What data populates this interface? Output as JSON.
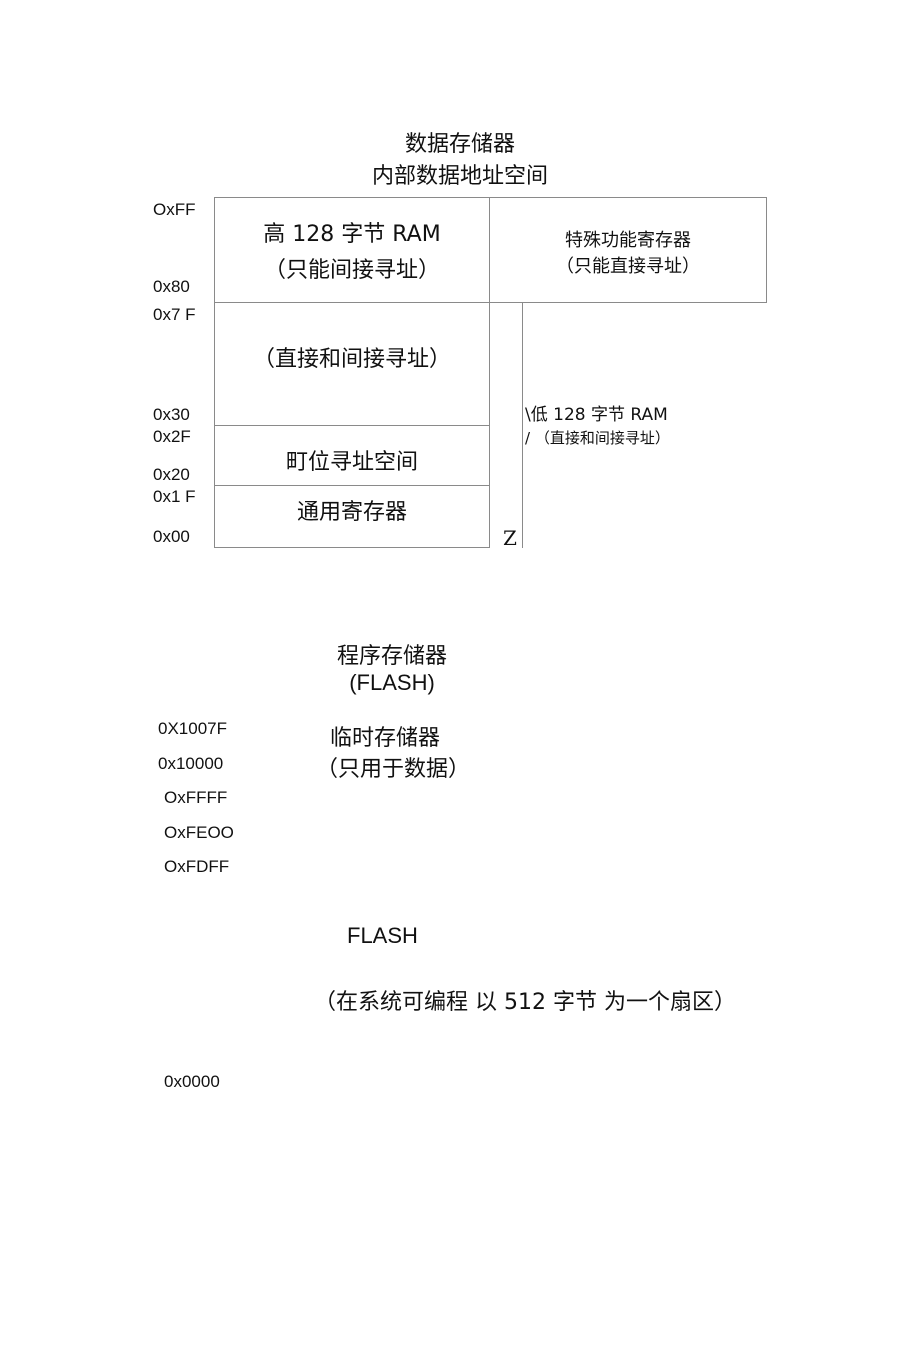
{
  "data_memory": {
    "title_line1": "数据存储器",
    "title_line2": "内部数据地址空间",
    "addresses": {
      "a0": "OxFF",
      "a1": "0x80",
      "a2": "0x7 F",
      "a3": "0x30",
      "a4": "0x2F",
      "a5": "0x20",
      "a6": "0x1 F",
      "a7": "0x00"
    },
    "upper_ram": {
      "line1": "高 128 字节 RAM",
      "line2": "（只能间接寻址）"
    },
    "sfr": {
      "line1": "特殊功能寄存器",
      "line2": "（只能直接寻址）"
    },
    "direct_indirect": "（直接和间接寻址）",
    "bit_addressable": "町位寻址空间",
    "general_registers": "通用寄存器",
    "lower_ram": {
      "line1": "\\低 128 字节 RAM",
      "line2": "/ （直接和间接寻址）"
    },
    "brace_mark": "Z"
  },
  "program_memory": {
    "title_line1": "程序存储器",
    "title_line2": "(FLASH)",
    "addresses": {
      "a0": "0X1007F",
      "a1": "0x10000",
      "a2": "OxFFFF",
      "a3": "OxFEOO",
      "a4": "OxFDFF",
      "a5": "0x0000"
    },
    "scratchpad": {
      "line1": "临时存储器",
      "line2": "（只用于数据）"
    },
    "flash_label": "FLASH",
    "flash_desc": "（在系统可编程  以 512 字节  为一个扇区）"
  }
}
